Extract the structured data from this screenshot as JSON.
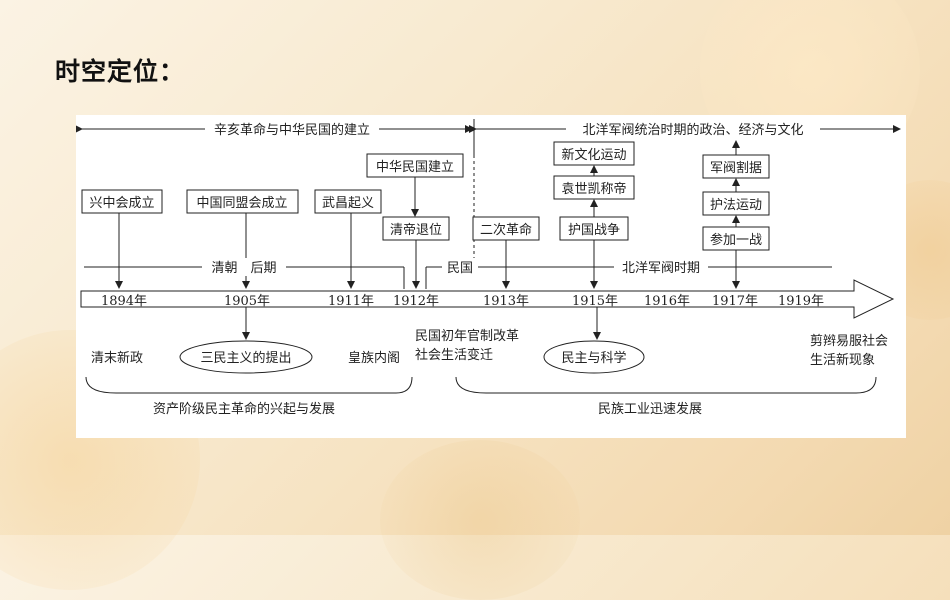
{
  "page_title": "时空定位：",
  "periods": {
    "left": "辛亥革命与中华民国的建立",
    "right": "北洋军阀统治时期的政治、经济与文化"
  },
  "eras": {
    "late_qing": "清朝　后期",
    "republic": "民国",
    "warlord": "北洋军阀时期"
  },
  "years": [
    "1894年",
    "1905年",
    "1911年",
    "1912年",
    "1913年",
    "1915年",
    "1916年",
    "1917年",
    "1919年"
  ],
  "events": {
    "xingzhonghui": "兴中会成立",
    "tongmenghui": "中国同盟会成立",
    "wuchang": "武昌起义",
    "zhonghua_minguo": "中华民国建立",
    "qingdi": "清帝退位",
    "second_revolution": "二次革命",
    "new_culture": "新文化运动",
    "yuan_emperor": "袁世凯称帝",
    "huguo": "护国战争",
    "warlord_separatism": "军阀割据",
    "hufa": "护法运动",
    "ww1": "参加一战"
  },
  "below": {
    "late_qing_reform": "清末新政",
    "three_principles": "三民主义的提出",
    "royal_cabinet": "皇族内阁",
    "reform_line1": "民国初年官制改革",
    "reform_line2": "社会生活变迁",
    "democracy_science": "民主与科学",
    "custom_line1": "剪辫易服社会",
    "custom_line2": "生活新现象",
    "bourgeois_revolution": "资产阶级民主革命的兴起与发展",
    "national_industry": "民族工业迅速发展"
  }
}
